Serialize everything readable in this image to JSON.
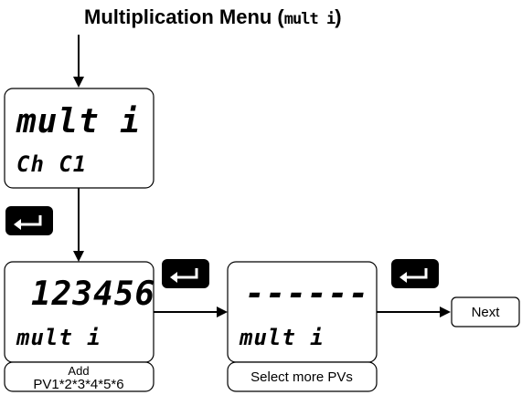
{
  "title": {
    "text": "Multiplication Menu (",
    "code": "mult i",
    "close": ")"
  },
  "screens": [
    {
      "top": "mult i",
      "bottom": "Ch C1"
    },
    {
      "top": "123456",
      "bottom": "mult i",
      "caption_line1": "Add",
      "caption_line2": "PV1*2*3*4*5*6"
    },
    {
      "top": "------",
      "bottom": "mult i",
      "caption": "Select more PVs"
    }
  ],
  "next_label": "Next",
  "colors": {
    "enter_key": "#000000",
    "line": "#000000",
    "background": "#ffffff"
  },
  "icons": {
    "enter": "enter-arrow-icon"
  }
}
